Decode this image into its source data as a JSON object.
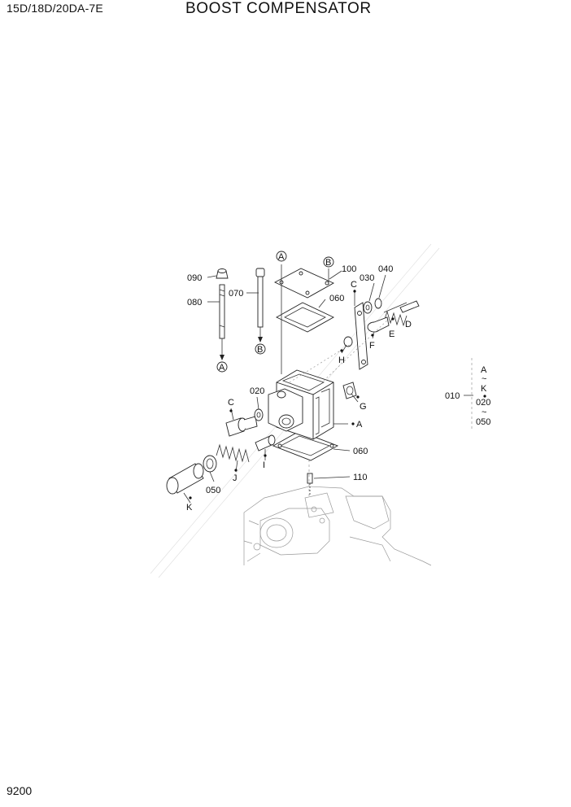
{
  "header": {
    "model": "15D/18D/20DA-7E",
    "title": "BOOST COMPENSATOR"
  },
  "footer": {
    "page_number": "9200"
  },
  "callouts": {
    "c090": "090",
    "c080": "080",
    "c070": "070",
    "c100": "100",
    "c040": "040",
    "c030": "030",
    "c060a": "060",
    "c060b": "060",
    "c020": "020",
    "c050": "050",
    "c110": "110",
    "c010": "010"
  },
  "letters": {
    "A1": "A",
    "A2": "A",
    "A3": "A",
    "B1": "B",
    "B2": "B",
    "C1": "C",
    "C2": "C",
    "D": "D",
    "E": "E",
    "F": "F",
    "G": "G",
    "H": "H",
    "I": "I",
    "J": "J",
    "K": "K"
  },
  "group_note": {
    "from1": "A",
    "to1": "K",
    "from2": "020",
    "to2": "050"
  }
}
